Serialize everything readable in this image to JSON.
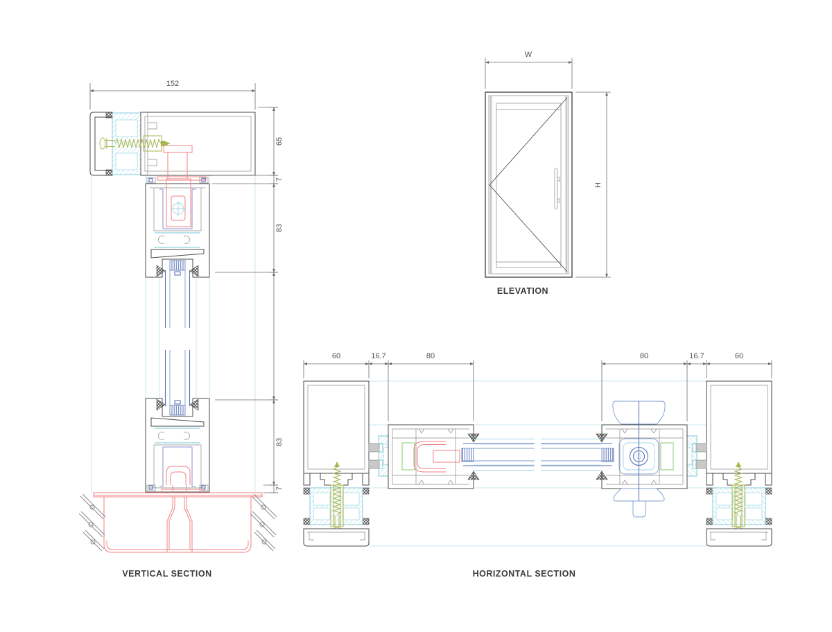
{
  "titles": {
    "vertical_section": "VERTICAL SECTION",
    "elevation": "ELEVATION",
    "horizontal_section": "HORIZONTAL SECTION"
  },
  "vertical_section_dims": {
    "overall_width": "152",
    "head_frame": "65",
    "top_clearance": "7",
    "top_rail": "83",
    "bottom_rail": "83",
    "bottom_clearance": "7"
  },
  "elevation_dims": {
    "width": "W",
    "height": "H"
  },
  "horizontal_section_dims": {
    "left_jamb": "60",
    "left_clearance": "16.7",
    "left_stile": "80",
    "right_stile": "80",
    "right_clearance": "16.7",
    "right_jamb": "60"
  },
  "colors": {
    "outline": "#4b4b4b",
    "outline_light": "#8a8a8a",
    "gray_fill": "#c9c9c9",
    "dim": "#6e6e6e",
    "dim_text": "#4f4f4f",
    "title_text": "#3c3c3c",
    "pale": "#cdeaf3",
    "cyan": "#a5dcea",
    "cyan_dark": "#79c6d8",
    "red": "#f08080",
    "green": "#a9b64e",
    "gasket_green": "#97cd82",
    "blue": "#7d9cce",
    "blue_dark": "#5872b8",
    "blue_light": "#9fd6e4",
    "gasket_blue": "#8e8ed2",
    "hatch_dark": "#3f3f3f"
  }
}
